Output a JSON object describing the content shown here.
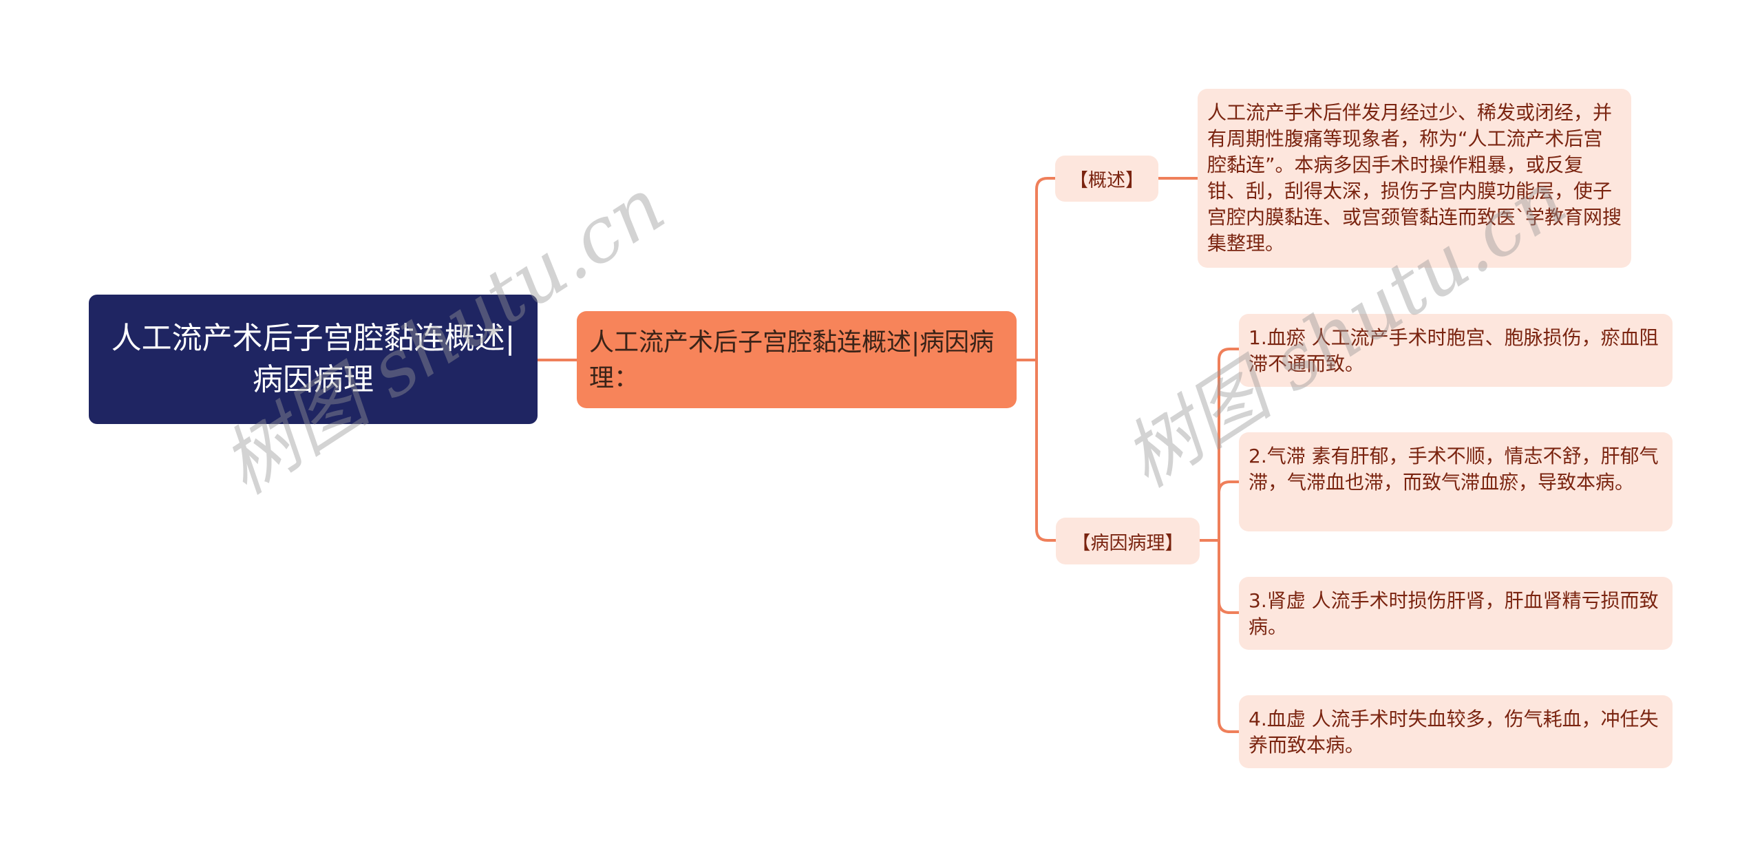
{
  "root": {
    "title": "人工流产术后子宫腔黏连概述|病因病理"
  },
  "center": {
    "title": "人工流产术后子宫腔黏连概述|病因病理："
  },
  "branches": [
    {
      "label": "【概述】",
      "children": [
        "人工流产手术后伴发月经过少、稀发或闭经，并有周期性腹痛等现象者，称为“人工流产术后宫腔黏连”。本病多因手术时操作粗暴，或反复钳、刮，刮得太深，损伤子宫内膜功能层，使子宫腔内膜黏连、或宫颈管黏连而致医`学教育网搜集整理。"
      ]
    },
    {
      "label": "【病因病理】",
      "children": [
        "1.血瘀 人工流产手术时胞宫、胞脉损伤，瘀血阻滞不通而致。",
        "2.气滞 素有肝郁，手术不顺，情志不舒，肝郁气滞，气滞血也滞，而致气滞血瘀，导致本病。",
        "3.肾虚 人流手术时损伤肝肾，肝血肾精亏损而致病。",
        "4.血虚 人流手术时失血较多，伤气耗血，冲任失养而致本病。"
      ]
    }
  ],
  "watermarks": [
    "树图 shutu.cn",
    "树图 shutu.cn"
  ],
  "colors": {
    "root_bg": "#1f2562",
    "center_bg": "#f7845a",
    "leaf_bg": "#fde6dd",
    "leaf_text": "#7a2410",
    "connector": "#ef7f5a"
  }
}
